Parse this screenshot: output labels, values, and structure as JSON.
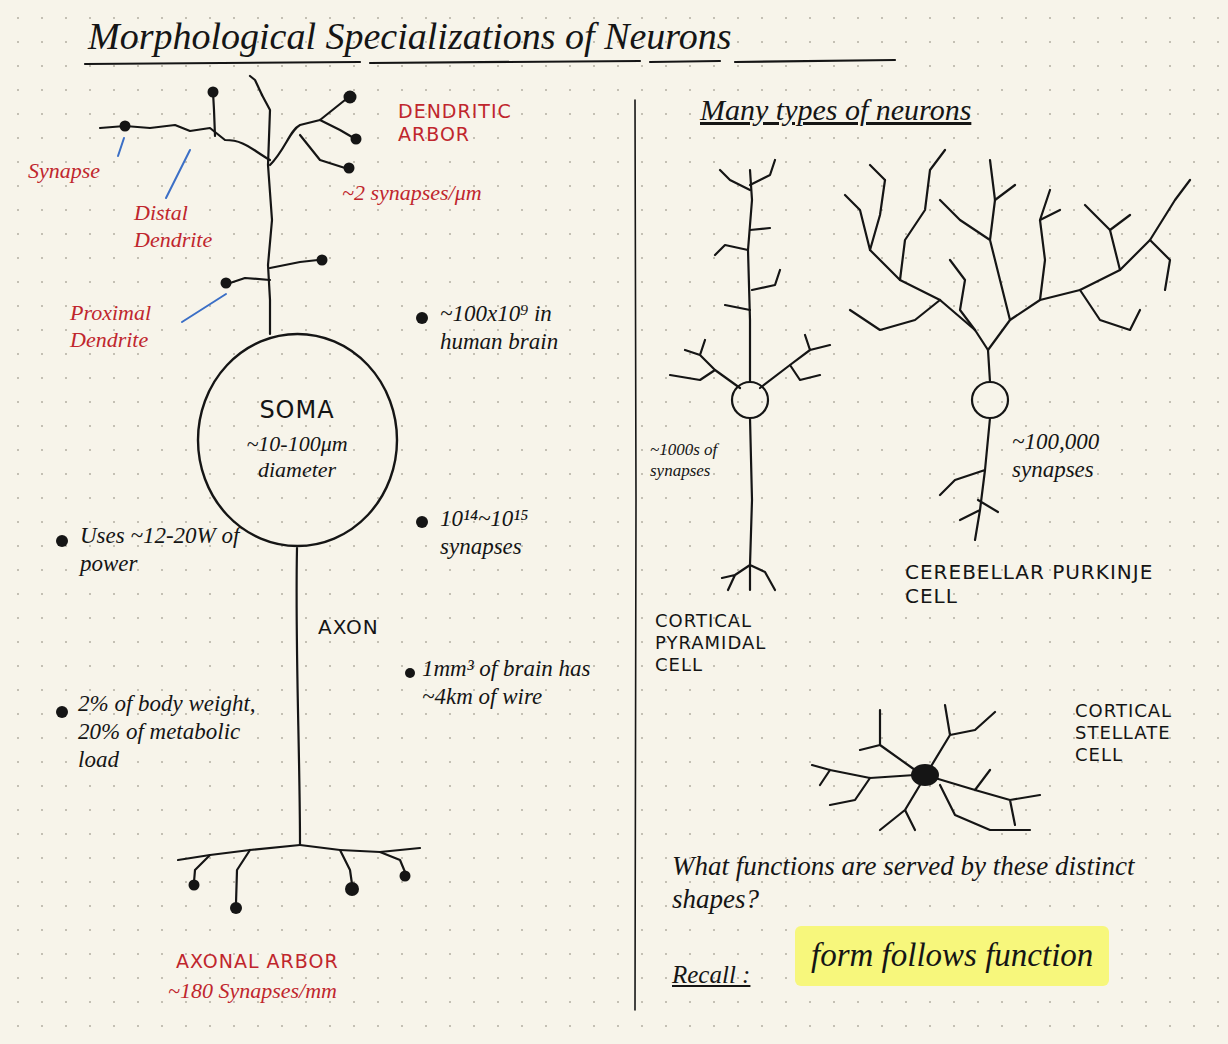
{
  "diagram": {
    "title": "Morphological Specializations of Neurons",
    "nodes": [
      {
        "text": [
          "SOMA",
          "~10-100μm diameter"
        ]
      },
      {
        "text": [
          "form follows function"
        ]
      }
    ],
    "labels": [
      "Synapse",
      "Distal Dendrite",
      "DENDRITIC ARBOR",
      "~2 synapses/μm",
      "Proximal Dendrite",
      "~100x10⁹ in human brain",
      "10¹⁴~10¹⁵ synapses",
      "Uses ~12-20W of power",
      "2% of body weight, 20% of metabolic load",
      "AXON",
      "1mm³ of brain has ~4km of wire",
      "AXONAL ARBOR",
      "~180 Synapses/mm",
      "Many types of neurons",
      "~1000s of synapses",
      "CORTICAL PYRAMIDAL CELL",
      "~100,000 synapses",
      "CEREBELLAR PURKINJE CELL",
      "CORTICAL STELLATE CELL",
      "What functions are served by these distinct shapes?",
      "Recall :"
    ]
  }
}
